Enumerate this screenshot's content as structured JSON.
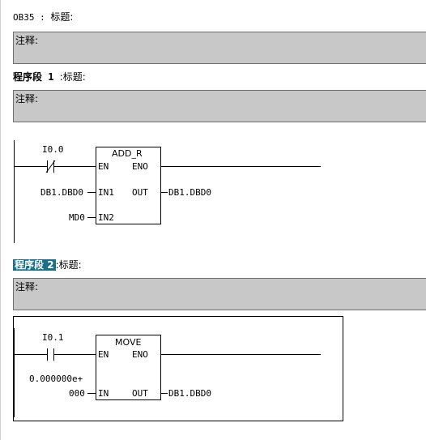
{
  "block": {
    "name": "OB35",
    "sep": ":",
    "title_label": "标题:"
  },
  "comment_label": "注释:",
  "networks": [
    {
      "label": "程序段",
      "number": "1",
      "sep": ":",
      "title_label": "标题:",
      "contact": "I0.0",
      "box": {
        "name": "ADD_R",
        "en": "EN",
        "eno": "ENO",
        "in1_pin": "IN1",
        "in2_pin": "IN2",
        "out_pin": "OUT",
        "in1_value": "DB1.DBD0",
        "in2_value": "MD0",
        "out_value": "DB1.DBD0"
      }
    },
    {
      "label": "程序段",
      "number": "2",
      "sep": ":",
      "title_label": "标题:",
      "contact": "I0.1",
      "box": {
        "name": "MOVE",
        "en": "EN",
        "eno": "ENO",
        "in_pin": "IN",
        "out_pin": "OUT",
        "in_value_line1": "0.000000e+",
        "in_value_line2": "000",
        "out_value": "DB1.DBD0"
      }
    }
  ]
}
